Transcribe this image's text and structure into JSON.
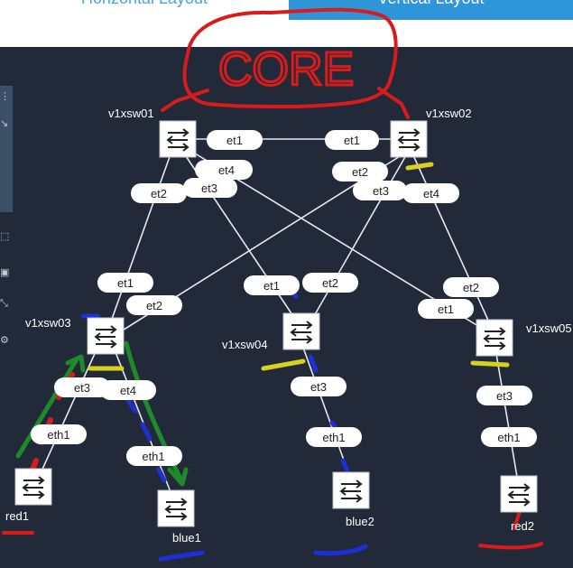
{
  "tabs": {
    "horizontal": "Horizontal Layout",
    "vertical": "Vertical Layout"
  },
  "annotation": {
    "core_text": "CORE"
  },
  "nodes": {
    "v1xsw01": "v1xsw01",
    "v1xsw02": "v1xsw02",
    "v1xsw03": "v1xsw03",
    "v1xsw04": "v1xsw04",
    "v1xsw05": "v1xsw05",
    "red1": "red1",
    "blue1": "blue1",
    "blue2": "blue2",
    "red2": "red2"
  },
  "ports": {
    "sw01_et1": "et1",
    "sw02_et1": "et1",
    "sw01_et4": "et4",
    "sw01_et2": "et2",
    "sw01_et3": "et3",
    "sw02_et2": "et2",
    "sw02_et3": "et3",
    "sw02_et4": "et4",
    "sw03_et1": "et1",
    "sw03_et2": "et2",
    "sw03_et3": "et3",
    "sw03_et4": "et4",
    "sw04_et1": "et1",
    "sw04_et2": "et2",
    "sw04_et3": "et3",
    "sw05_et2": "et2",
    "sw05_et1": "et1",
    "sw05_et3": "et3",
    "red1_eth1": "eth1",
    "blue1_eth1": "eth1",
    "blue2_eth1": "eth1",
    "red2_eth1": "eth1"
  },
  "colors": {
    "background": "#222a3a",
    "link": "#e6e9ee",
    "red_mark": "#d81c1c",
    "blue_mark": "#1f2fd6",
    "yellow_mark": "#d8d21a",
    "green_mark": "#1f8a2a",
    "tab_active": "#2f95d9"
  }
}
